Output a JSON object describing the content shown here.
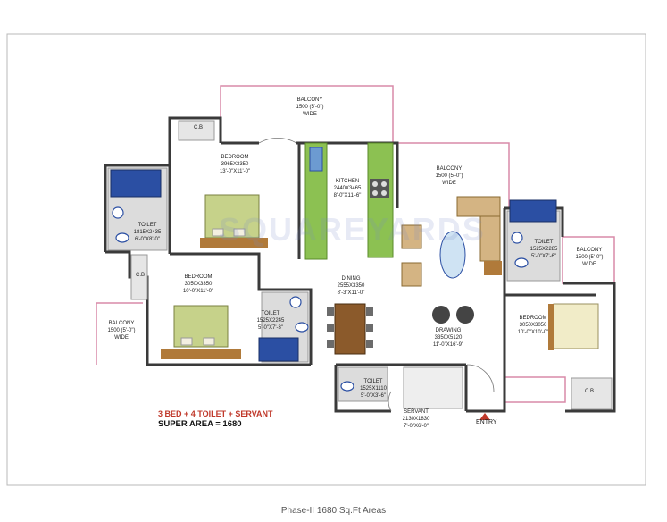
{
  "plan": {
    "rooms": [
      {
        "id": "balcony-top",
        "name": "BALCONY",
        "lines": [
          "1500 (5'-0\")",
          "WIDE"
        ]
      },
      {
        "id": "cb-top",
        "name": "C.B",
        "lines": []
      },
      {
        "id": "bedroom-1",
        "name": "BEDROOM",
        "lines": [
          "3965X3350",
          "13'-0\"X11'-0\""
        ]
      },
      {
        "id": "kitchen",
        "name": "KITCHEN",
        "lines": [
          "2440X3465",
          "8'-0\"X11'-6\""
        ]
      },
      {
        "id": "balcony-mid",
        "name": "BALCONY",
        "lines": [
          "1500 (5'-0\")",
          "WIDE"
        ]
      },
      {
        "id": "toilet-1",
        "name": "TOILET",
        "lines": [
          "1815X2435",
          "6'-0\"X8'-0\""
        ]
      },
      {
        "id": "toilet-2",
        "name": "TOILET",
        "lines": [
          "1525X2285",
          "5'-0\"X7'-6\""
        ]
      },
      {
        "id": "balcony-right",
        "name": "BALCONY",
        "lines": [
          "1500 (5'-0\")",
          "WIDE"
        ]
      },
      {
        "id": "cb-left",
        "name": "C.B",
        "lines": []
      },
      {
        "id": "bedroom-2",
        "name": "BEDROOM",
        "lines": [
          "3050X3350",
          "10'-0\"X11'-0\""
        ]
      },
      {
        "id": "dining",
        "name": "DINING",
        "lines": [
          "2555X3350",
          "8'-3\"X11'-0\""
        ]
      },
      {
        "id": "toilet-3",
        "name": "TOILET",
        "lines": [
          "1525X2245",
          "5'-0\"X7'-3\""
        ]
      },
      {
        "id": "balcony-left",
        "name": "BALCONY",
        "lines": [
          "1500 (5'-0\")",
          "WIDE"
        ]
      },
      {
        "id": "drawing",
        "name": "DRAWING",
        "lines": [
          "3350X5120",
          "11'-0\"X16'-9\""
        ]
      },
      {
        "id": "bedroom-3",
        "name": "BEDROOM",
        "lines": [
          "3050X3050",
          "10'-0\"X10'-0\""
        ]
      },
      {
        "id": "toilet-4",
        "name": "TOILET",
        "lines": [
          "1525X1110",
          "5'-0\"X3'-6\""
        ]
      },
      {
        "id": "servant",
        "name": "SERVANT",
        "lines": [
          "2130X1830",
          "7'-0\"X6'-0\""
        ]
      },
      {
        "id": "cb-right",
        "name": "C.B",
        "lines": []
      }
    ],
    "entry": "ENTRY",
    "tagline": "3 BED + 4 TOILET + SERVANT",
    "super_area": "SUPER AREA = 1680",
    "watermark": "SQUAREYARDS"
  },
  "caption": "Phase-II 1680 Sq.Ft Areas",
  "colors": {
    "wall": "#3a3a3a",
    "balcony_rail": "#d98aa8",
    "floor_tile": "#dcdcdc",
    "kitchen_counter": "#8cc152",
    "fixture_blue": "#2b4fa3",
    "bed_green": "#c6d28a",
    "wood": "#b07a3a",
    "tagline_red": "#c0392b"
  }
}
